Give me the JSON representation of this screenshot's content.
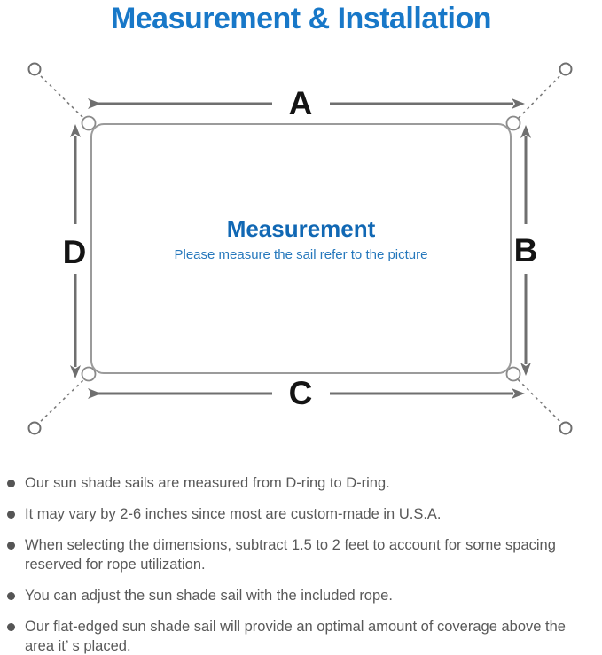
{
  "title": "Measurement & Installation",
  "diagram": {
    "labels": {
      "top": "A",
      "right": "B",
      "bottom": "C",
      "left": "D"
    },
    "center_heading": "Measurement",
    "center_subtitle": "Please measure the sail refer to the picture"
  },
  "instructions": [
    "Our sun shade sails are measured from D-ring to D-ring.",
    "It may vary by 2-6 inches since most are custom-made in U.S.A.",
    "When selecting the dimensions, subtract 1.5 to 2 feet to account for some spacing reserved for rope utilization.",
    "You can adjust the sun shade sail with the included rope.",
    "Our flat-edged sun shade sail will provide an optimal amount of coverage above the area it’ s placed."
  ],
  "colors": {
    "title_blue": "#1878c8",
    "center_heading_blue": "#1168b4",
    "subtitle_blue": "#2678bc",
    "arrow_gray": "#6f6f6f",
    "sail_border_gray": "#9b9b9b",
    "text_gray": "#595959"
  }
}
